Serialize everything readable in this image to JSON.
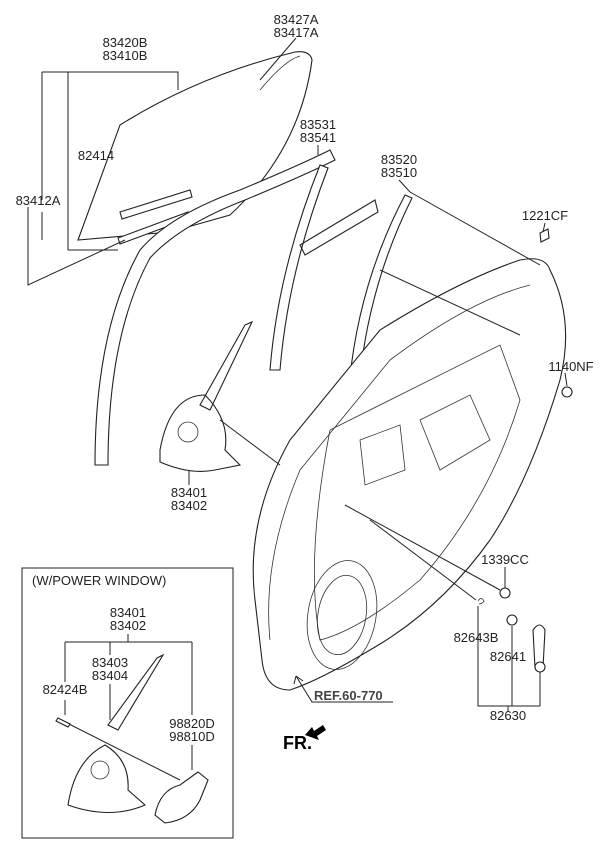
{
  "labels": {
    "glass_a": "83427A",
    "glass_b": "83417A",
    "quarter_a": "83420B",
    "quarter_b": "83410B",
    "weatherstrip": "82414",
    "glass_run": "83412A",
    "channel_a": "83531",
    "channel_b": "83541",
    "rear_channel_a": "83520",
    "rear_channel_b": "83510",
    "screw_top": "1221CF",
    "bolt": "1140NF",
    "regulator_a": "83401",
    "regulator_b": "83402",
    "nut": "1339CC",
    "clip": "82643B",
    "washer": "82641",
    "handle": "82630",
    "ref": "REF.60-770",
    "front": "FR."
  },
  "power_window": {
    "title": "(W/POWER WINDOW)",
    "regulator_a": "83401",
    "regulator_b": "83402",
    "reg_assy_a": "83403",
    "reg_assy_b": "83404",
    "screw": "82424B",
    "motor_a": "98820D",
    "motor_b": "98810D"
  }
}
